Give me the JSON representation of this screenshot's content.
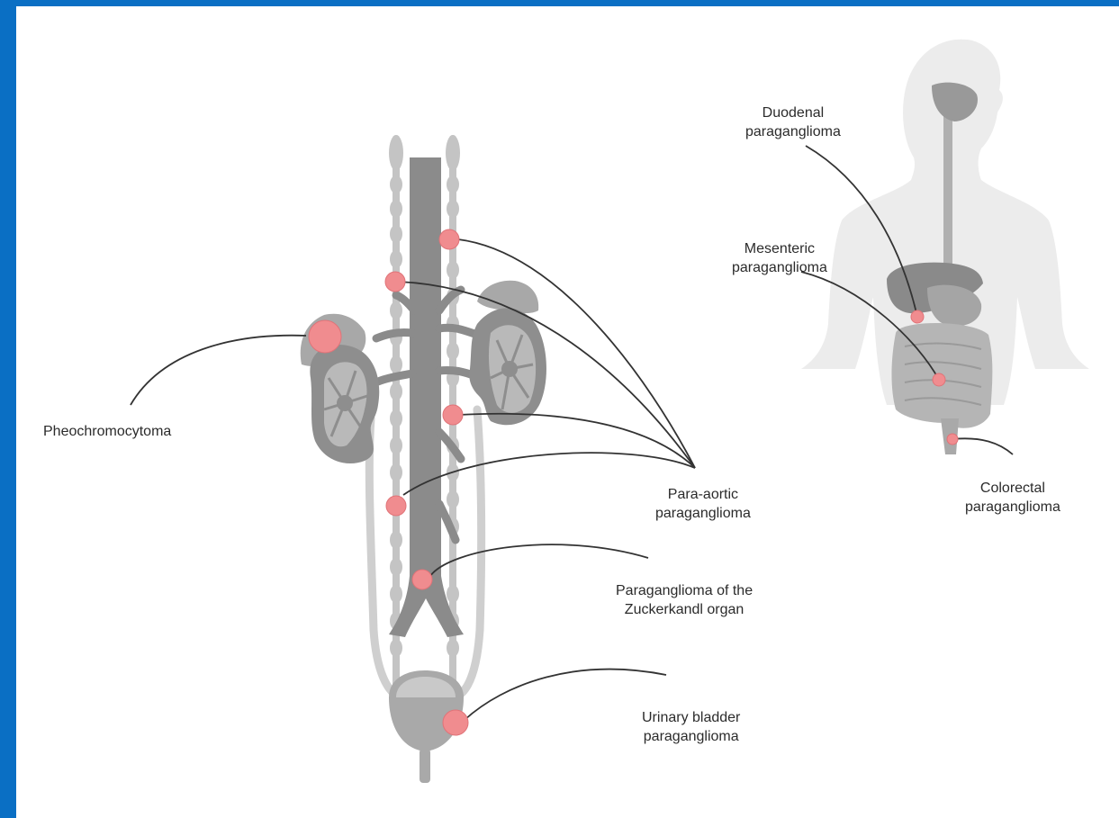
{
  "colors": {
    "frame_border": "#0a6fc4",
    "tumor": "#f08c8f",
    "tissue": "#9a9a9a",
    "tissue_light": "#c9c9c9",
    "leader": "#333333"
  },
  "labels": {
    "pheochromocytoma": "Pheochromocytoma",
    "para_aortic": {
      "line1": "Para-aortic",
      "line2": "paraganglioma"
    },
    "zuckerkandl": {
      "line1": "Paraganglioma of the",
      "line2": "Zuckerkandl organ"
    },
    "urinary_bladder": {
      "line1": "Urinary bladder",
      "line2": "paraganglioma"
    },
    "duodenal": {
      "line1": "Duodenal",
      "line2": "paraganglioma"
    },
    "mesenteric": {
      "line1": "Mesenteric",
      "line2": "paraganglioma"
    },
    "colorectal": {
      "line1": "Colorectal",
      "line2": "paraganglioma"
    }
  }
}
